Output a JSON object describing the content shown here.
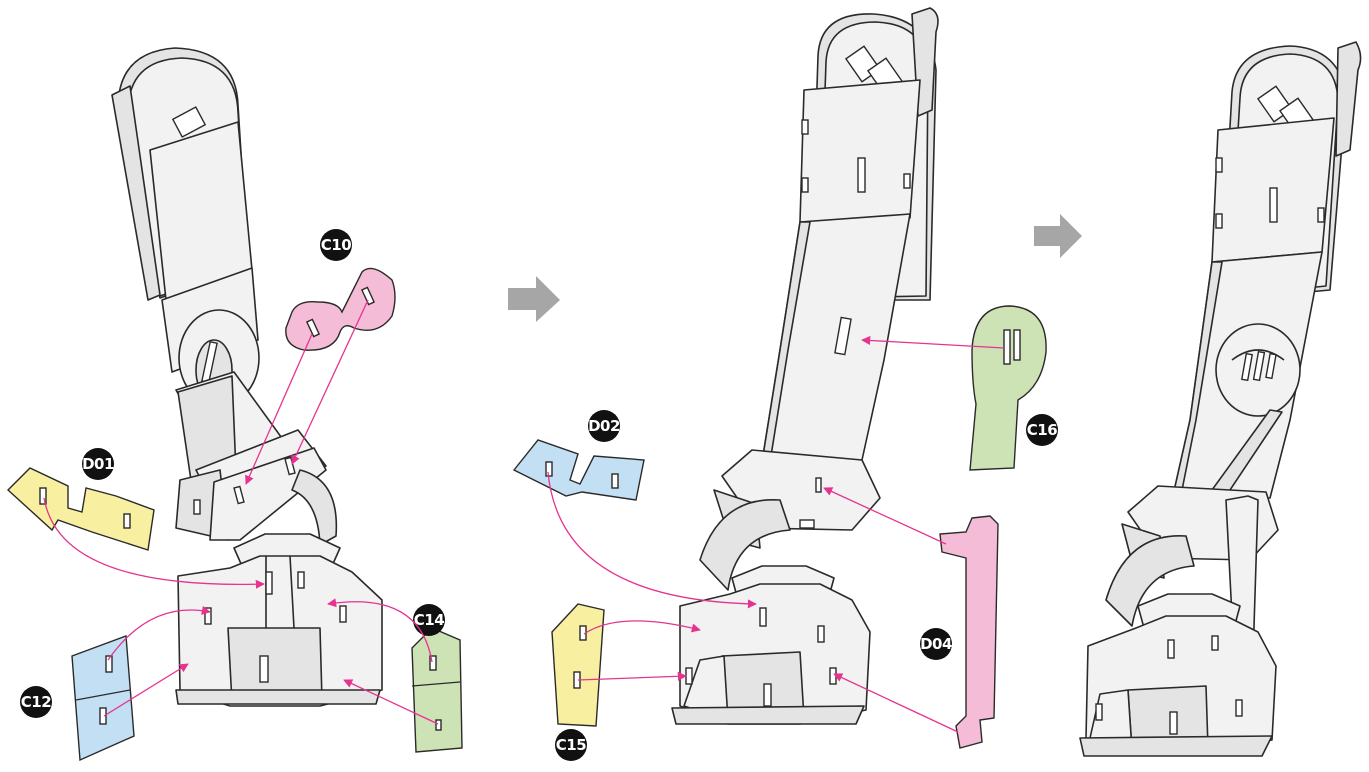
{
  "diagram": {
    "colors": {
      "pink": "#f4bcd6",
      "blue": "#c3dff3",
      "yellow": "#f8f0a0",
      "green": "#cde3b6",
      "connector": "#e6338f",
      "step_arrow": "#a6a6a6",
      "outline": "#2a2a2a"
    },
    "parts": {
      "c10": "C10",
      "d01": "D01",
      "c12": "C12",
      "c14": "C14",
      "d02": "D02",
      "c15": "C15",
      "c16": "C16",
      "d04": "D04"
    },
    "step_arrow_icon": "right-arrow-icon"
  }
}
